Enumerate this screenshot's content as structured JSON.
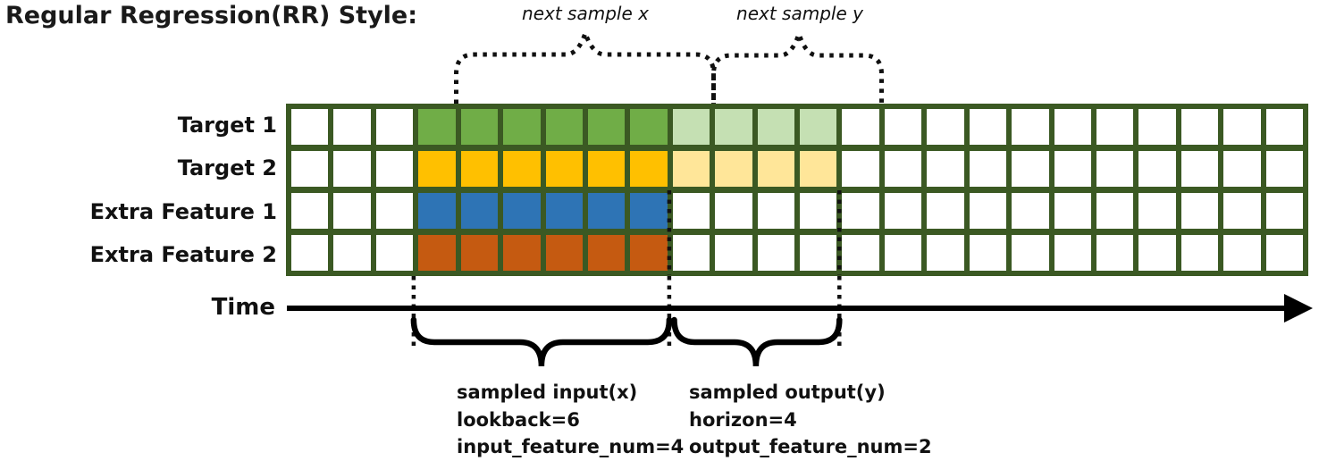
{
  "title": "Regular Regression(RR) Style:",
  "grid": {
    "columns": 24,
    "input_start_col": 3,
    "lookback": 6,
    "horizon": 4,
    "border_color": "#3B5923",
    "empty_color": "#FFFFFF",
    "rows": [
      {
        "label": "Target 1",
        "input_color": "#70AD47",
        "output_color": "#C5E0B3"
      },
      {
        "label": "Target 2",
        "input_color": "#FFC000",
        "output_color": "#FFE699"
      },
      {
        "label": "Extra Feature 1",
        "input_color": "#2E74B5",
        "output_color": null
      },
      {
        "label": "Extra Feature 2",
        "input_color": "#C55A11",
        "output_color": null
      }
    ]
  },
  "annotations": {
    "next_sample_x": "next sample x",
    "next_sample_y": "next sample y",
    "time_label": "Time",
    "sampled_input": [
      "sampled input(x)",
      "lookback=6",
      "input_feature_num=4"
    ],
    "sampled_output": [
      "sampled output(y)",
      "horizon=4",
      "output_feature_num=2"
    ]
  },
  "colors": {
    "annotation_ink": "#111111"
  }
}
